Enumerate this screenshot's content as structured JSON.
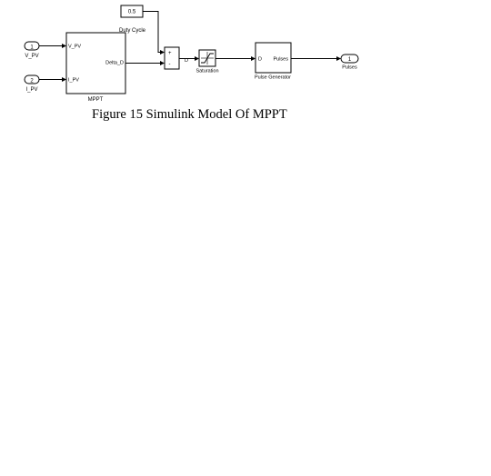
{
  "diagram": {
    "inports": [
      {
        "number": "1",
        "name": "V_PV"
      },
      {
        "number": "2",
        "name": "I_PV"
      }
    ],
    "mppt": {
      "name": "MPPT",
      "input_labels": [
        "V_PV",
        "I_PV"
      ],
      "output_labels": [
        "Duty Cycle",
        "Delta_D"
      ]
    },
    "constant": {
      "value": "0.5"
    },
    "sum": {
      "signs": [
        "+",
        "-"
      ]
    },
    "d_label": "D",
    "saturation": {
      "name": "Saturation"
    },
    "pulse_generator": {
      "name": "Pulse Generator",
      "input_label": "D",
      "output_label": "Pulses"
    },
    "outport": {
      "number": "1",
      "name": "Pulses"
    }
  },
  "caption": "Figure 15 Simulink Model Of MPPT"
}
